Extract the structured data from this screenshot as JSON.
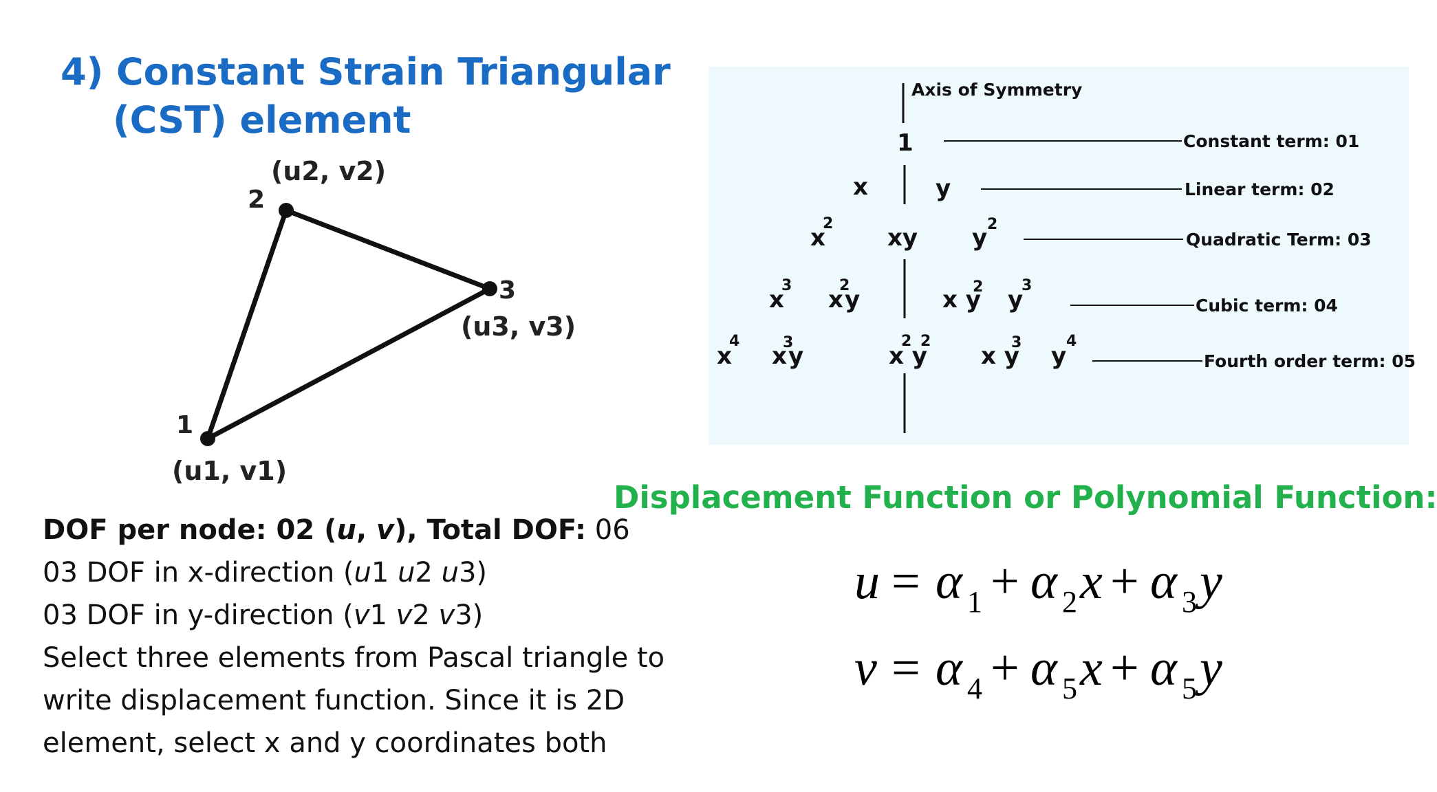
{
  "title": {
    "line1": "4) Constant Strain Triangular",
    "line2": "(CST) element"
  },
  "triangle": {
    "node1": "1",
    "node1_coord": "(u1, v1)",
    "node2": "2",
    "node2_coord": "(u2, v2)",
    "node3": "3",
    "node3_coord": "(u3, v3)"
  },
  "pascal": {
    "axis_label": "Axis of Symmetry",
    "row0": {
      "c": "1"
    },
    "row1": {
      "a": "x",
      "b": "y"
    },
    "row2": {
      "a": "x",
      "a_sup": "2",
      "b": "xy",
      "c": "y",
      "c_sup": "2"
    },
    "row3": {
      "a": "x",
      "a_sup": "3",
      "b": "x",
      "b_sup": "2",
      "b2": "y",
      "c": "x y",
      "c_sup": "2",
      "d": "y",
      "d_sup": "3"
    },
    "row4": {
      "a": "x",
      "a_sup": "4",
      "b": "x",
      "b_sup": "3",
      "b2": "y",
      "c": "x y",
      "c_sup1": "2",
      "c_sup2": "2",
      "d": "x y",
      "d_sup": "3",
      "e": "y",
      "e_sup": "4"
    },
    "terms": {
      "t1": "Constant term: 01",
      "t2": "Linear term: 02",
      "t3": "Quadratic Term: 03",
      "t4": "Cubic term: 04",
      "t5": "Fourth order term: 05"
    }
  },
  "dof": {
    "line1_bold_a": "DOF per node: 02 (",
    "line1_u": "u",
    "line1_comma": ", ",
    "line1_v": "v",
    "line1_bold_b": "), Total DOF:",
    "line1_value": " 06",
    "line2_a": "03 DOF in x-direction (",
    "line2_u1": "u",
    "line2_b": "1 ",
    "line2_u2": "u",
    "line2_c": "2 ",
    "line2_u3": "u",
    "line2_d": "3)",
    "line3_a": "03 DOF in y-direction (",
    "line3_v1": "v",
    "line3_b": "1 ",
    "line3_v2": "v",
    "line3_c": "2 ",
    "line3_v3": "v",
    "line3_d": "3)",
    "line4": "Select three elements from Pascal triangle to",
    "line5": "write displacement function. Since it is 2D",
    "line6": "element, select x and y coordinates both"
  },
  "displacement_heading": "Displacement Function or Polynomial Function:",
  "equations": {
    "eq1": {
      "lhs": "u",
      "eqsign": "=",
      "a": "α",
      "s1": "1",
      "plus1": "+",
      "b": "α",
      "s2": "2",
      "x": "x",
      "plus2": "+",
      "c": "α",
      "s3": "3",
      "y": "y"
    },
    "eq2": {
      "lhs": "v",
      "eqsign": "=",
      "a": "α",
      "s1": "4",
      "plus1": "+",
      "b": "α",
      "s2": "5",
      "x": "x",
      "plus2": "+",
      "c": "α",
      "s3": "5",
      "y": "y"
    }
  },
  "colors": {
    "title": "#1a6bc4",
    "heading_green": "#22b14c",
    "pascal_bg": "#eef9fd"
  }
}
